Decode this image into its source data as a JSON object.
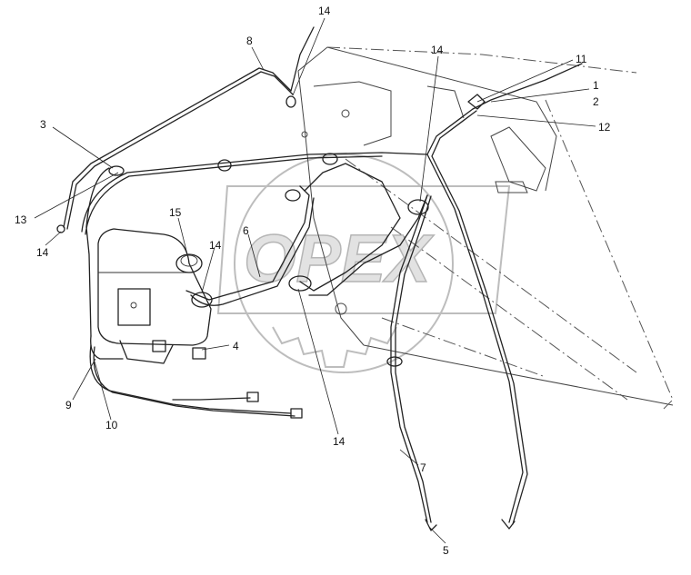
{
  "watermark": {
    "text": "OPEX"
  },
  "callouts": [
    {
      "id": "1",
      "label": "1"
    },
    {
      "id": "2",
      "label": "2"
    },
    {
      "id": "3",
      "label": "3"
    },
    {
      "id": "4",
      "label": "4"
    },
    {
      "id": "5",
      "label": "5"
    },
    {
      "id": "6",
      "label": "6"
    },
    {
      "id": "7",
      "label": "7"
    },
    {
      "id": "8",
      "label": "8"
    },
    {
      "id": "9",
      "label": "9"
    },
    {
      "id": "10",
      "label": "10"
    },
    {
      "id": "11",
      "label": "11"
    },
    {
      "id": "12",
      "label": "12"
    },
    {
      "id": "13",
      "label": "13"
    },
    {
      "id": "14a",
      "label": "14"
    },
    {
      "id": "14b",
      "label": "14"
    },
    {
      "id": "14c",
      "label": "14"
    },
    {
      "id": "14d",
      "label": "14"
    },
    {
      "id": "14e",
      "label": "14"
    },
    {
      "id": "15",
      "label": "15"
    }
  ]
}
